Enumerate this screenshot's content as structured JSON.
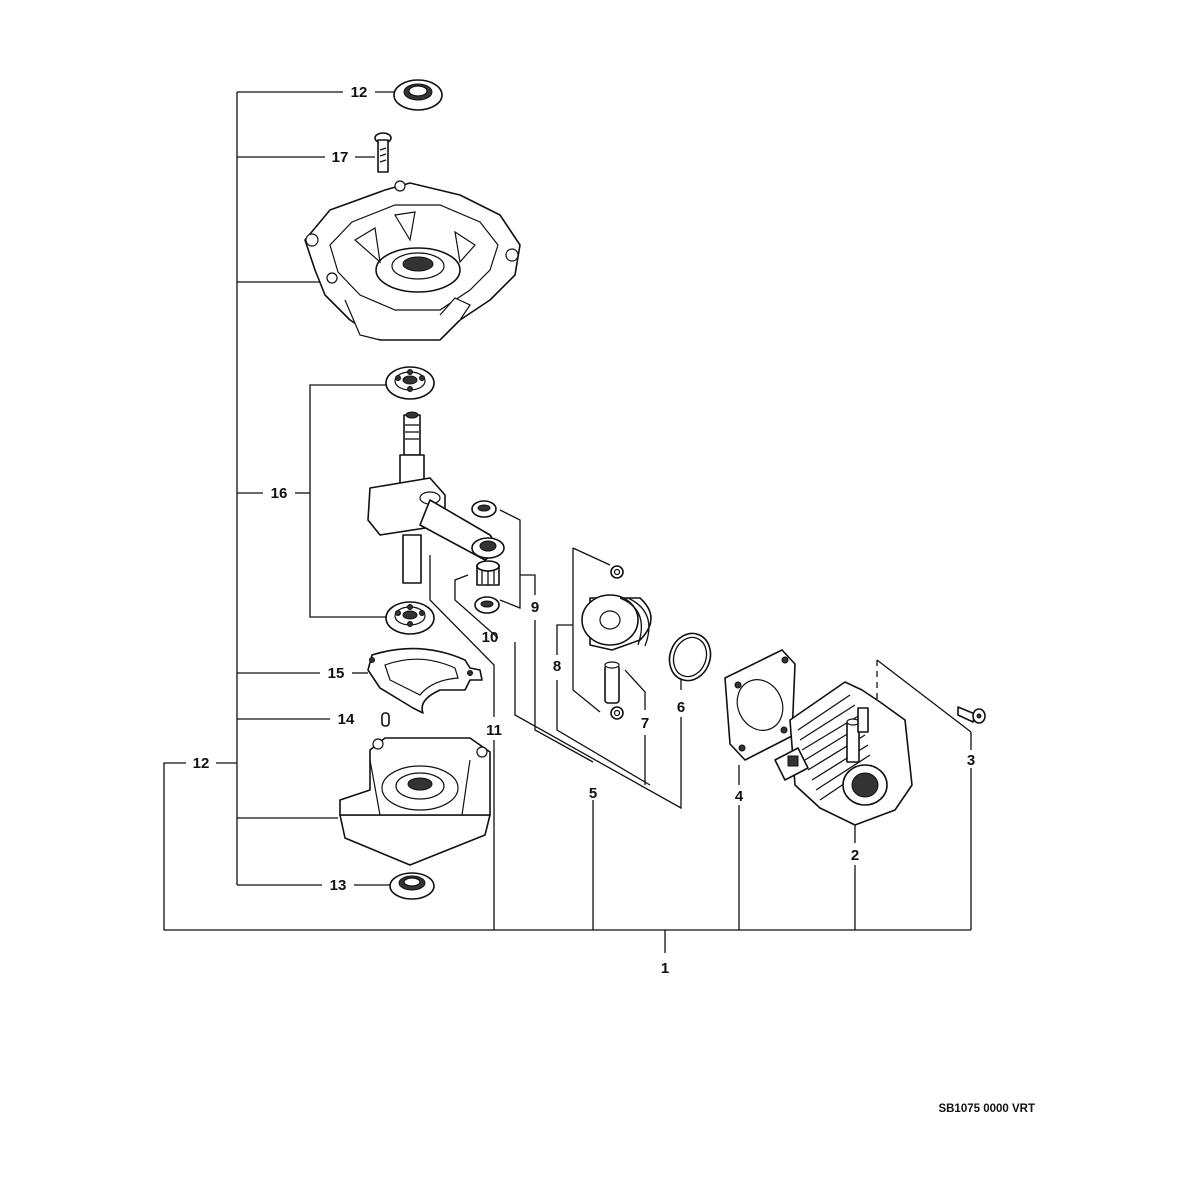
{
  "diagram": {
    "reference_code": "SB1075 0000 VRT",
    "callouts": [
      {
        "id": "c1",
        "text": "1"
      },
      {
        "id": "c2",
        "text": "2"
      },
      {
        "id": "c3",
        "text": "3"
      },
      {
        "id": "c4",
        "text": "4"
      },
      {
        "id": "c5",
        "text": "5"
      },
      {
        "id": "c6",
        "text": "6"
      },
      {
        "id": "c7",
        "text": "7"
      },
      {
        "id": "c8",
        "text": "8"
      },
      {
        "id": "c9",
        "text": "9"
      },
      {
        "id": "c10",
        "text": "10"
      },
      {
        "id": "c11",
        "text": "11"
      },
      {
        "id": "c12a",
        "text": "12"
      },
      {
        "id": "c12b",
        "text": "12"
      },
      {
        "id": "c13",
        "text": "13"
      },
      {
        "id": "c14",
        "text": "14"
      },
      {
        "id": "c15",
        "text": "15"
      },
      {
        "id": "c16",
        "text": "16"
      },
      {
        "id": "c17",
        "text": "17"
      }
    ]
  }
}
